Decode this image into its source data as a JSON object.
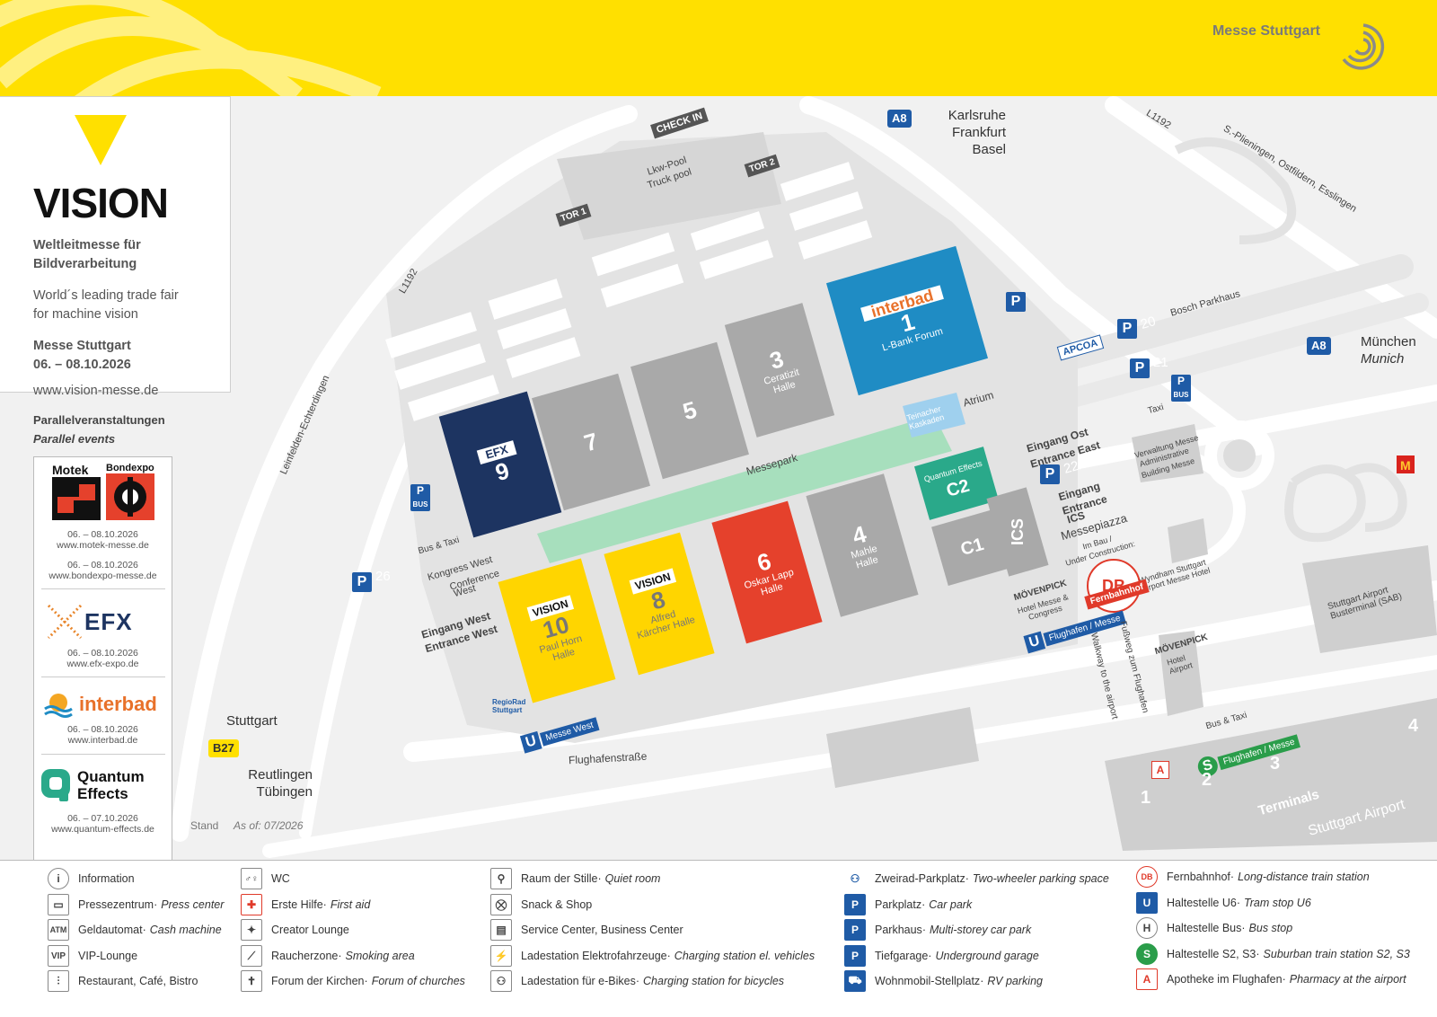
{
  "brand": {
    "organizer": "Messe Stuttgart",
    "logo_text": "VISION"
  },
  "info": {
    "tagline_de_1": "Weltleitmesse für",
    "tagline_de_2": "Bildverarbeitung",
    "tagline_en_1": "World´s leading trade fair",
    "tagline_en_2": "for machine vision",
    "venue": "Messe Stuttgart",
    "dates": "06. – 08.10.2026",
    "url": "www.vision-messe.de"
  },
  "parallel": {
    "heading_de": "Parallelveranstaltungen",
    "heading_en": "Parallel events",
    "events": [
      {
        "name": "Motek",
        "dates": "06. – 08.10.2026",
        "url": "www.motek-messe.de"
      },
      {
        "name": "Bondexpo",
        "dates": "06. – 08.10.2026",
        "url": "www.bondexpo-messe.de"
      },
      {
        "name": "EFX",
        "dates": "06. – 08.10.2026",
        "url": "www.efx-expo.de"
      },
      {
        "name": "interbad",
        "dates": "06. – 08.10.2026",
        "url": "www.interbad.de"
      },
      {
        "name": "Quantum Effects",
        "dates": "06. – 07.10.2026",
        "url": "www.quantum-effects.de"
      }
    ]
  },
  "halls": {
    "h1": {
      "num": "1",
      "name": "L-Bank Forum",
      "event": "interbad"
    },
    "h3": {
      "num": "3",
      "name": "Ceratizit Halle"
    },
    "h4": {
      "num": "4",
      "name": "Mahle Halle"
    },
    "h5": {
      "num": "5"
    },
    "h6": {
      "num": "6",
      "name": "Oskar Lapp Halle"
    },
    "h7": {
      "num": "7"
    },
    "h8": {
      "num": "8",
      "name": "Alfred Kärcher Halle",
      "event": "VISION"
    },
    "h9": {
      "num": "9",
      "event": "EFX"
    },
    "h10": {
      "num": "10",
      "name": "Paul Horn Halle",
      "event": "VISION"
    },
    "c1": {
      "num": "C1"
    },
    "c2": {
      "num": "C2",
      "event": "Quantum Effects"
    },
    "ics": {
      "num": "ICS"
    }
  },
  "map_labels": {
    "checkin": "CHECK IN",
    "truckpool_de": "Lkw-Pool",
    "truckpool_en": "Truck pool",
    "tor1": "TOR 1",
    "tor2": "TOR 2",
    "messepark": "Messepark",
    "atrium": "Atrium",
    "kaskaden": "Teinacher Kaskaden",
    "entrance_east_de": "Eingang Ost",
    "entrance_east_en": "Entrance East",
    "entrance_ics_de": "Eingang",
    "entrance_ics_en": "Entrance",
    "entrance_ics_3": "ICS",
    "messepiazza": "Messepiazza",
    "construction_de": "Im Bau /",
    "construction_en": "Under Construction:",
    "congress_de": "Kongress West",
    "congress_en1": "Conference",
    "congress_en2": "West",
    "entrance_west_de": "Eingang West",
    "entrance_west_en": "Entrance West",
    "bus_taxi": "Bus & Taxi",
    "taxi": "Taxi",
    "admin_de": "Verwaltung Messe",
    "admin_en1": "Administrative",
    "admin_en2": "Building Messe",
    "wyndham": "Wyndham Stuttgart Airport Messe Hotel",
    "movenpick_cong": "MÖVENPICK",
    "movenpick_cong_sub": "Hotel Messe & Congress",
    "movenpick_air": "MÖVENPICK",
    "movenpick_air_sub": "Hotel Airport",
    "fernbahnhof": "Fernbahnhof",
    "u_messe_west": "Messe West",
    "u_flughafen": "Flughafen / Messe",
    "s_flughafen": "Flughafen / Messe",
    "walkway_de": "Fußweg zum Flughafen",
    "walkway_en": "Walkway to the airport",
    "busterminal": "Stuttgart Airport Busterminal (SAB)",
    "terminals": "Terminals",
    "airport": "Stuttgart Airport",
    "t1": "1",
    "t2": "2",
    "t3": "3",
    "t4": "4",
    "bosch": "Bosch Parkhaus",
    "apcoa": "APCOA",
    "regiorad": "RegioRad Stuttgart",
    "flughafenstrasse": "Flughafenstraße",
    "l1192_a": "L1192",
    "l1192_b": "L1192",
    "leinfelden": "Leinfelden-Echterdingen",
    "plieningen": "S.-Plieningen, Ostfildern, Esslingen",
    "stand": "Stand",
    "as_of": "As of: 07/2026"
  },
  "parking": {
    "p20": "20",
    "p21": "21",
    "p22": "22/23",
    "p26": "26",
    "bus": "BUS"
  },
  "roads": {
    "a8_west_badge": "A8",
    "a8_west_1": "Karlsruhe",
    "a8_west_2": "Frankfurt",
    "a8_west_3": "Basel",
    "a8_east_badge": "A8",
    "a8_east_de": "München",
    "a8_east_en": "Munich",
    "b27_badge": "B27",
    "b27_north": "Stuttgart",
    "b27_south_1": "Reutlingen",
    "b27_south_2": "Tübingen"
  },
  "legend": [
    {
      "icon": "i",
      "de": "Information",
      "en": ""
    },
    {
      "icon": "▭",
      "de": "Pressezentrum",
      "en": "Press center"
    },
    {
      "icon": "ATM",
      "de": "Geldautomat",
      "en": "Cash machine"
    },
    {
      "icon": "VIP",
      "de": "VIP-Lounge",
      "en": ""
    },
    {
      "icon": "⫶",
      "de": "Restaurant, Café, Bistro",
      "en": ""
    },
    {
      "icon": "♂♀",
      "de": "WC",
      "en": ""
    },
    {
      "icon": "✚",
      "de": "Erste Hilfe",
      "en": "First aid"
    },
    {
      "icon": "✦",
      "de": "Creator Lounge",
      "en": ""
    },
    {
      "icon": "⟋",
      "de": "Raucherzone",
      "en": "Smoking area"
    },
    {
      "icon": "✝",
      "de": "Forum der Kirchen",
      "en": "Forum of churches"
    },
    {
      "icon": "⚲",
      "de": "Raum der Stille",
      "en": "Quiet room"
    },
    {
      "icon": "⛒",
      "de": "Snack & Shop",
      "en": ""
    },
    {
      "icon": "▤",
      "de": "Service Center, Business Center",
      "en": ""
    },
    {
      "icon": "⚡",
      "de": "Ladestation Elektrofahrzeuge",
      "en": "Charging station el. vehicles"
    },
    {
      "icon": "⚇",
      "de": "Ladestation für e-Bikes",
      "en": "Charging station for bicycles"
    },
    {
      "icon": "⚇",
      "de": "Zweirad-Parkplatz",
      "en": "Two-wheeler parking space"
    },
    {
      "icon": "P",
      "de": "Parkplatz",
      "en": "Car park"
    },
    {
      "icon": "P",
      "de": "Parkhaus",
      "en": "Multi-storey car park"
    },
    {
      "icon": "P",
      "de": "Tiefgarage",
      "en": "Underground garage"
    },
    {
      "icon": "⛟",
      "de": "Wohnmobil-Stellplatz",
      "en": "RV parking"
    },
    {
      "icon": "DB",
      "de": "Fernbahnhof",
      "en": "Long-distance train station"
    },
    {
      "icon": "U",
      "de": "Haltestelle U6",
      "en": "Tram stop U6"
    },
    {
      "icon": "H",
      "de": "Haltestelle Bus",
      "en": "Bus stop"
    },
    {
      "icon": "S",
      "de": "Haltestelle S2, S3",
      "en": "Suburban train station S2, S3"
    },
    {
      "icon": "A",
      "de": "Apotheke im Flughafen",
      "en": "Pharmacy at the airport"
    }
  ],
  "colors": {
    "banner": "#ffe000",
    "hall_grey": "#a9a9a9",
    "hall_yellow": "#ffd500",
    "hall_red": "#e5412c",
    "hall_blue": "#1f8cc4",
    "hall_navy": "#1d3461",
    "hall_teal": "#2aa98a",
    "messepark": "#a7dfbd",
    "parking_blue": "#1f5ba6"
  }
}
